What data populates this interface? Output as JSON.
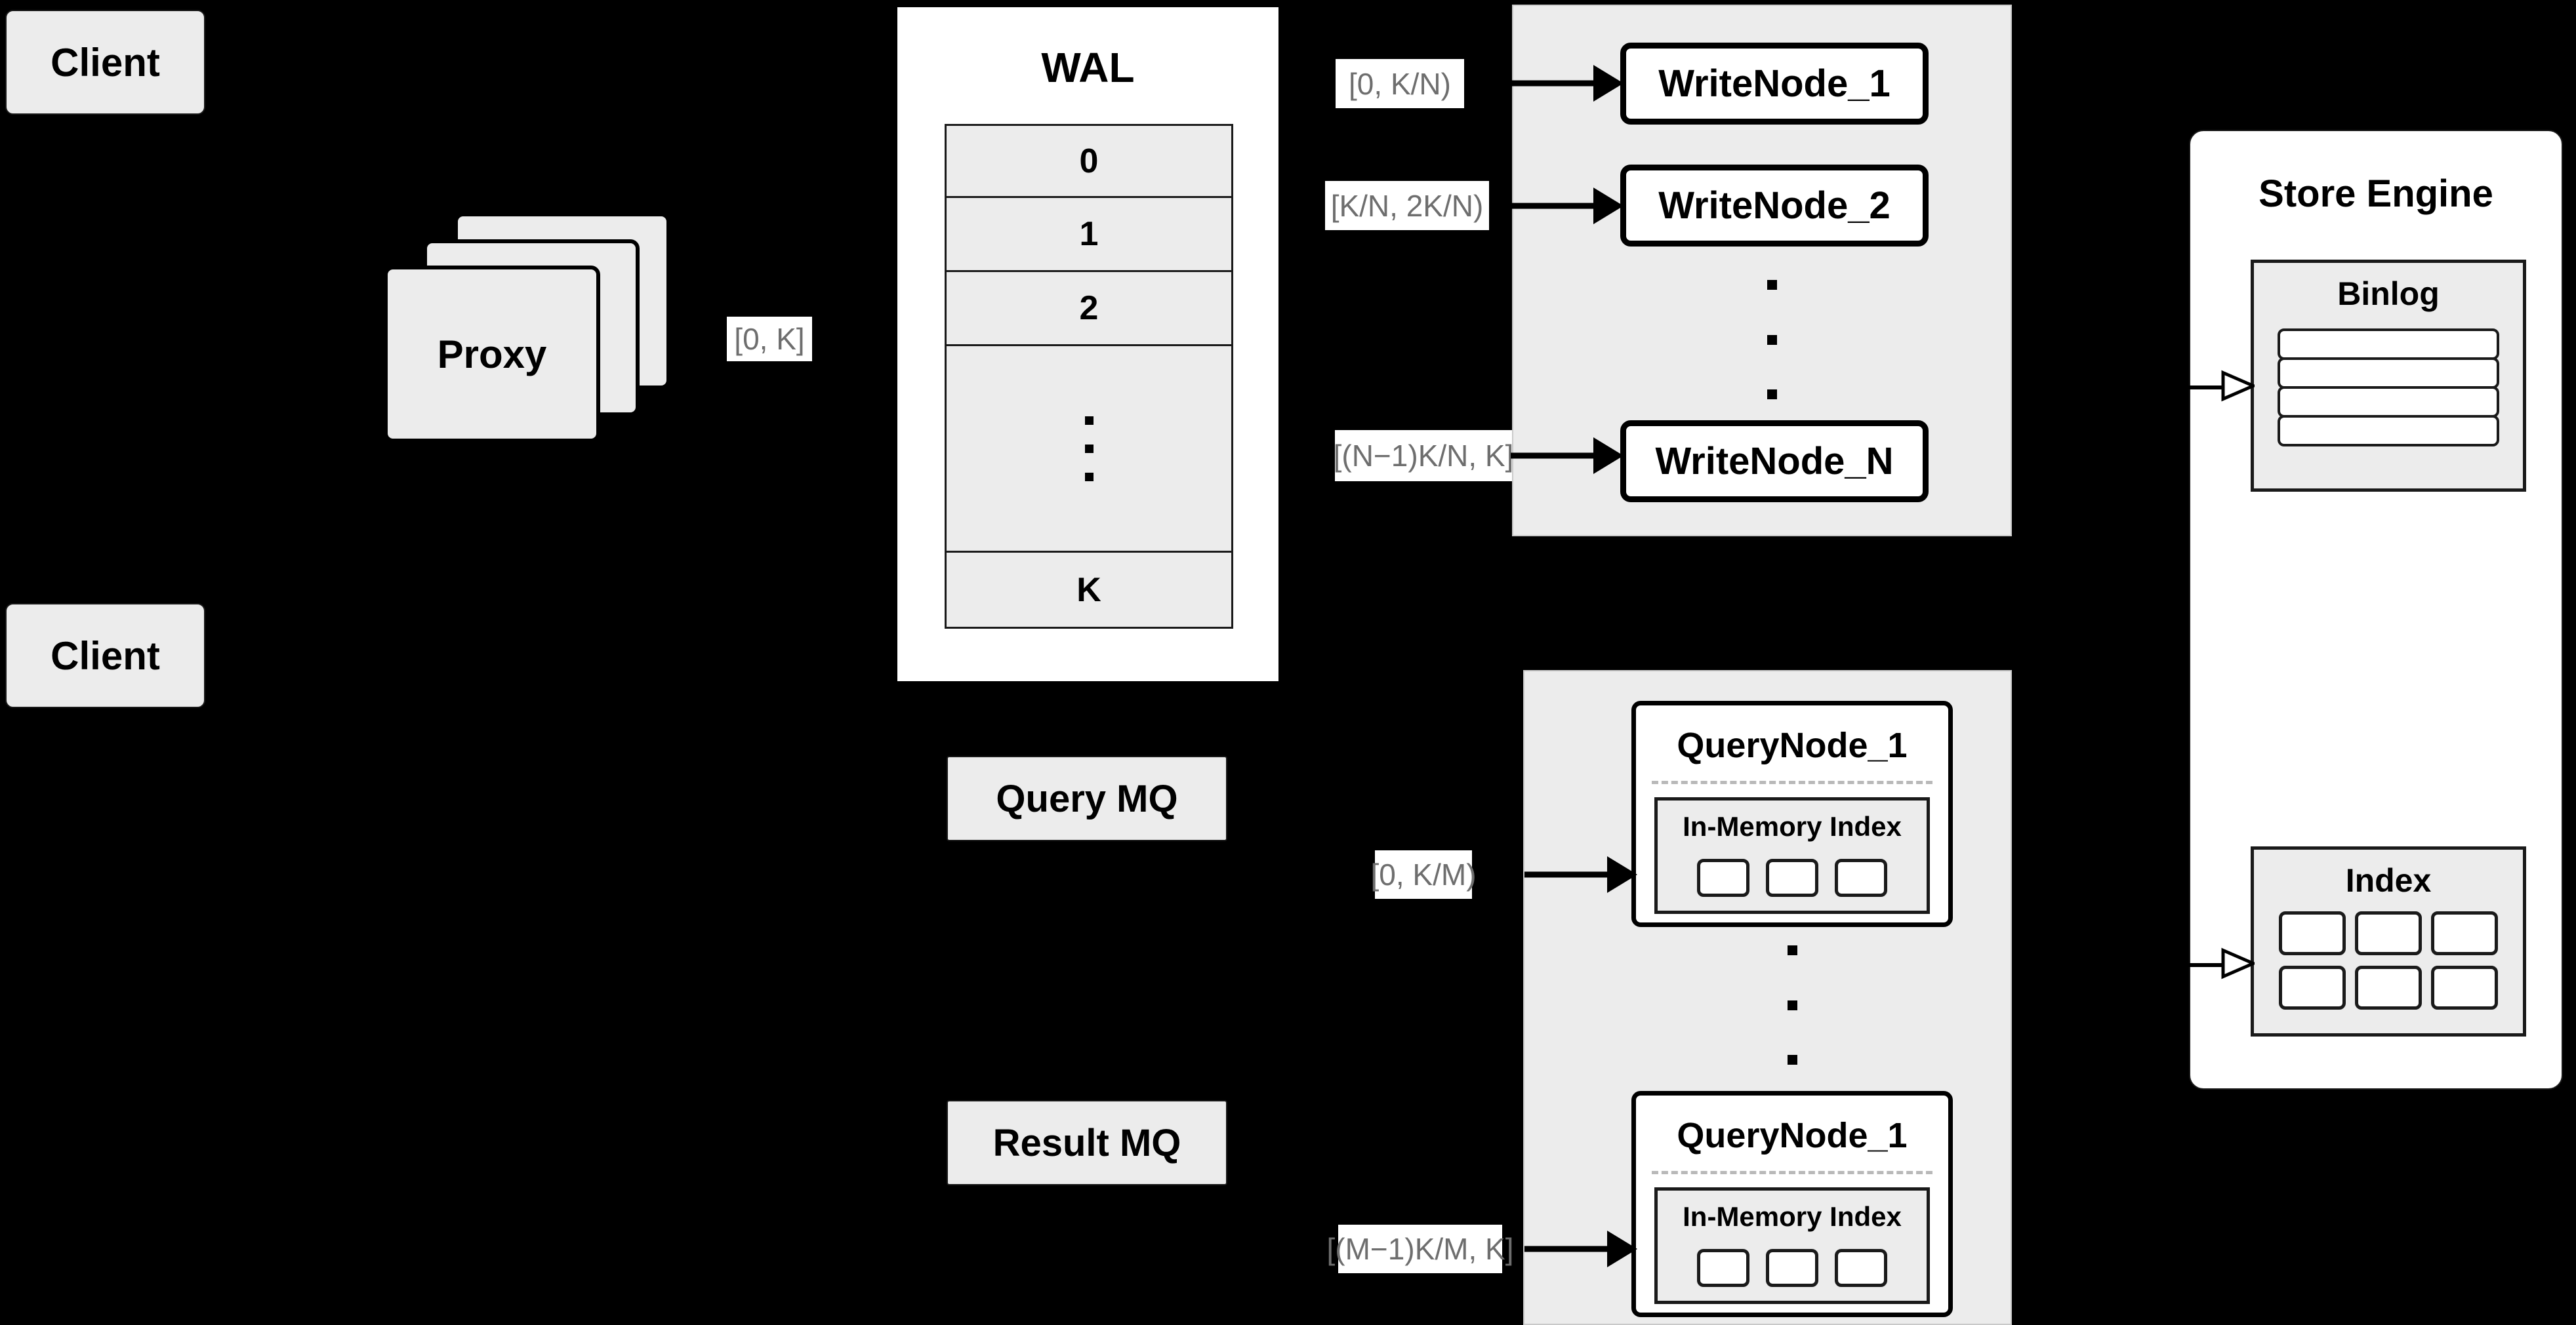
{
  "diagram": {
    "title": "Distributed Vector Database Architecture",
    "background_color": "#000000",
    "box_fill": "#ececec",
    "box_fill_white": "#ffffff",
    "border_color": "#000000",
    "label_text_color": "#6e6e6e"
  },
  "clients": [
    {
      "label": "Client"
    },
    {
      "label": "Client"
    }
  ],
  "proxy": {
    "label": "Proxy",
    "stack_count": 3
  },
  "proxy_range_label": {
    "text": "[0, K]"
  },
  "wal": {
    "title": "WAL",
    "rows": [
      "0",
      "1",
      "2"
    ],
    "ellipsis_dots": 3,
    "last_row": "K"
  },
  "write_group": {
    "nodes": [
      {
        "label": "WriteNode_1"
      },
      {
        "label": "WriteNode_2"
      },
      {
        "label": "WriteNode_N"
      }
    ],
    "ellipsis_dots": 3,
    "range_labels": [
      {
        "text": "[0,  K/N)"
      },
      {
        "text": "[K/N, 2K/N)"
      },
      {
        "text": "[(N−1)K/N,  K]"
      }
    ]
  },
  "query_group": {
    "nodes": [
      {
        "title": "QueryNode_1",
        "index": {
          "title": "In-Memory Index",
          "cell_count": 3
        }
      },
      {
        "title": "QueryNode_1",
        "index": {
          "title": "In-Memory Index",
          "cell_count": 3
        }
      }
    ],
    "ellipsis_dots": 3,
    "range_labels": [
      {
        "text": "[0, K/M)"
      },
      {
        "text": "[(M−1)K/M, K]"
      }
    ]
  },
  "message_queues": [
    {
      "label": "Query MQ"
    },
    {
      "label": "Result MQ"
    }
  ],
  "store_engine": {
    "title": "Store Engine",
    "binlog": {
      "title": "Binlog",
      "row_count": 4
    },
    "index": {
      "title": "Index",
      "cell_count": 6,
      "columns": 3,
      "rows": 2
    }
  }
}
